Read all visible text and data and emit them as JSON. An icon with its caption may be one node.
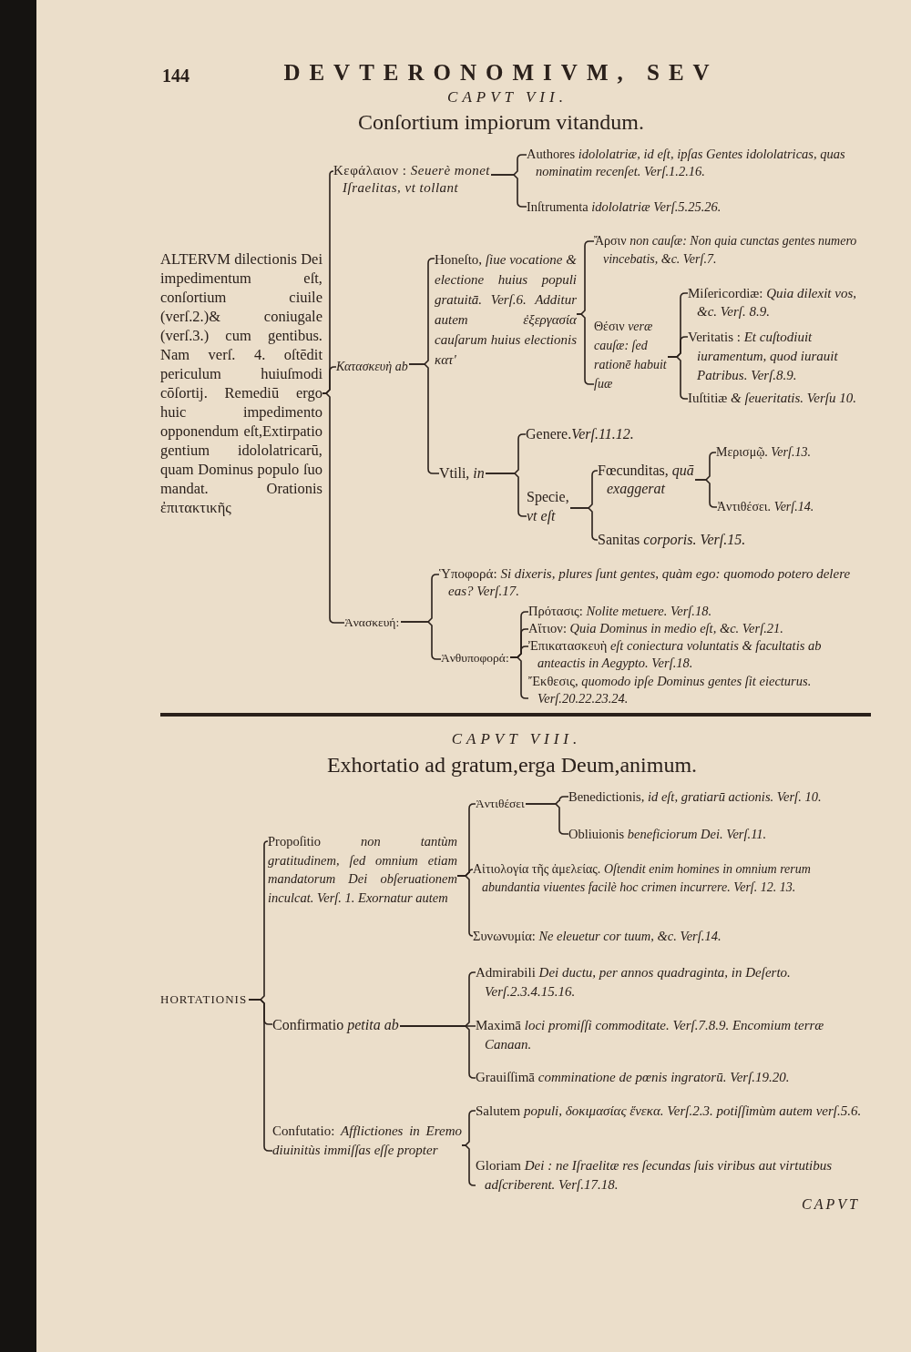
{
  "diagram": {
    "title": "DEVTERONOMIVM, SEV",
    "nodes": [
      {
        "text": [
          "ALTERVM dilectionis Dei impedimentum eſt, conſortium ciuile (verſ.2.)& coniugale (verſ.3.) cum gentibus. Nam verſ. 4. oſtēdit periculum huiuſmodi cōſortij. Remediū ergo huic impedimento opponendum eſt,Extirpatio gentium idololatricarū, quam Dominus populo ſuo mandat. Orationis ἐπιτακτικῆς"
        ]
      },
      {
        "text": [
          "Κεφάλαιον : *Seuerè monet Iſraelitas, vt tollant*"
        ]
      },
      {
        "text": [
          "Authores *idololatriæ, id eſt, ipſas Gentes idololatricas, quas nominatim recenſet. Verſ.1.2.16.*"
        ]
      },
      {
        "text": [
          "Inſtrumenta *idololatriæ Verſ.5.25.26.*"
        ]
      },
      {
        "text": [
          "Κατασκευὴ ab"
        ]
      },
      {
        "text": [
          "Honeſto, *ſiue vocatione & electione huius populi gratuitā. Verſ.6. Additur autem ἐξεργασία cauſarum huius electionis κατ'*"
        ]
      },
      {
        "text": [
          "Ἄρσιν *non cauſæ: Non quia cunctas gentes numero vincebatis, &c. Verſ.7.*"
        ]
      },
      {
        "text": [
          "Θέσιν *veræ cauſæ: ſed rationē habuit ſuæ*"
        ]
      },
      {
        "text": [
          "Miſericordiæ: *Quia dilexit vos, &c. Verſ. 8.9.*"
        ]
      },
      {
        "text": [
          "Veritatis : *Et cuſtodiuit iuramentum, quod iurauit Patribus. Verſ.8.9.*"
        ]
      },
      {
        "text": [
          "Iuſtitiæ *& ſeueritatis. Verſu 10.*"
        ]
      },
      {
        "text": [
          "Vtili, *in*"
        ]
      },
      {
        "text": [
          "Genere.*Verſ.11.12.*"
        ]
      },
      {
        "text": [
          "Specie, *vt eſt*"
        ]
      },
      {
        "text": [
          "Fœcunditas, *quā exaggerat*"
        ]
      },
      {
        "text": [
          "Μερισμῷ. *Verſ.13.*"
        ]
      },
      {
        "text": [
          "Ἀντιθέσει. *Verſ.14.*"
        ]
      },
      {
        "text": [
          "Sanitas *corporis. Verſ.15.*"
        ]
      },
      {
        "text": [
          "Ἀνασκευή:"
        ]
      },
      {
        "text": [
          "Ὑποφορά: *Si dixeris, plures ſunt gentes, quàm ego: quomodo potero delere eas? Verſ.17.*"
        ]
      },
      {
        "text": [
          "Ἀνθυποφορά:"
        ]
      },
      {
        "text": [
          "Πρότασις: *Nolite metuere. Verſ.18.*"
        ]
      },
      {
        "text": [
          "Αἴτιον: *Quia Dominus in medio eſt, &c. Verſ.21.*"
        ]
      },
      {
        "text": [
          "Ἐπικατασκευὴ *eſt coniectura voluntatis & facultatis ab anteactis in Aegypto. Verſ.18.*"
        ]
      },
      {
        "text": [
          "Ἔκθεσις, *quomodo ipſe Dominus gentes ſit eiecturus. Verſ.20.22.23.24.*"
        ]
      },
      {
        "text": [
          "HORTATIONIS"
        ]
      },
      {
        "text": [
          "Propoſitio *non tantùm gratitudinem, ſed omnium etiam mandatorum Dei obſeruationem inculcat. Verſ. 1. Exornatur autem*"
        ]
      },
      {
        "text": [
          "Ἀντιθέσει"
        ]
      },
      {
        "text": [
          "Benedictionis, *id eſt, gratiarū actionis. Verſ. 10.*"
        ]
      },
      {
        "text": [
          "Obliuionis *beneficiorum Dei. Verſ.11.*"
        ]
      },
      {
        "text": [
          "Αἰτιολογία τῆς ἀμελείας. *Oſtendit enim homines in omnium rerum abundantia viuentes facilè hoc crimen incurrere. Verſ. 12. 13.*"
        ]
      },
      {
        "text": [
          "Συνωνυμία: *Ne eleuetur cor tuum, &c. Verſ.14.*"
        ]
      },
      {
        "text": [
          "Confirmatio *petita ab*"
        ]
      },
      {
        "text": [
          "Admirabili *Dei ductu, per annos quadraginta, in Deſerto. Verſ.2.3.4.15.16.*"
        ]
      },
      {
        "text": [
          "Maximā *loci promiſſi commoditate. Verſ.7.8.9. Encomium terræ Canaan.*"
        ]
      },
      {
        "text": [
          "Grauiſſimā *comminatione de pœnis ingratorū. Verſ.19.20.*"
        ]
      },
      {
        "text": [
          "Confutatio: *Afflictiones in Eremo diuinitùs immiſſas eſſe propter*"
        ]
      },
      {
        "text": [
          "Salutem *populi, δοκιμασίας ἕνεκα. Verſ.2.3. potiſſimùm autem verſ.5.6.*"
        ]
      },
      {
        "text": [
          "Gloriam *Dei : ne Iſraelitæ res ſecundas ſuis viribus aut virtutibus adſcriberent. Verſ.17.18.*"
        ]
      }
    ],
    "edges": [
      {
        "from": 0,
        "to": 1,
        "arrow": "none"
      },
      {
        "from": 0,
        "to": 4,
        "arrow": "none"
      },
      {
        "from": 0,
        "to": 18,
        "arrow": "none"
      },
      {
        "from": 1,
        "to": 2,
        "arrow": "none"
      },
      {
        "from": 1,
        "to": 3,
        "arrow": "none"
      },
      {
        "from": 4,
        "to": 5,
        "arrow": "none"
      },
      {
        "from": 4,
        "to": 11,
        "arrow": "none"
      },
      {
        "from": 5,
        "to": 6,
        "arrow": "none"
      },
      {
        "from": 5,
        "to": 7,
        "arrow": "none"
      },
      {
        "from": 7,
        "to": 8,
        "arrow": "none"
      },
      {
        "from": 7,
        "to": 9,
        "arrow": "none"
      },
      {
        "from": 7,
        "to": 10,
        "arrow": "none"
      },
      {
        "from": 11,
        "to": 12,
        "arrow": "none"
      },
      {
        "from": 11,
        "to": 13,
        "arrow": "none"
      },
      {
        "from": 13,
        "to": 14,
        "arrow": "none"
      },
      {
        "from": 13,
        "to": 17,
        "arrow": "none"
      },
      {
        "from": 14,
        "to": 15,
        "arrow": "none"
      },
      {
        "from": 14,
        "to": 16,
        "arrow": "none"
      },
      {
        "from": 18,
        "to": 19,
        "arrow": "none"
      },
      {
        "from": 18,
        "to": 20,
        "arrow": "none"
      },
      {
        "from": 20,
        "to": 21,
        "arrow": "none"
      },
      {
        "from": 20,
        "to": 22,
        "arrow": "none"
      },
      {
        "from": 20,
        "to": 23,
        "arrow": "none"
      },
      {
        "from": 20,
        "to": 24,
        "arrow": "none"
      },
      {
        "from": 25,
        "to": 26,
        "arrow": "none"
      },
      {
        "from": 25,
        "to": 32,
        "arrow": "none"
      },
      {
        "from": 25,
        "to": 36,
        "arrow": "none"
      },
      {
        "from": 26,
        "to": 27,
        "arrow": "none"
      },
      {
        "from": 26,
        "to": 30,
        "arrow": "none"
      },
      {
        "from": 26,
        "to": 31,
        "arrow": "none"
      },
      {
        "from": 27,
        "to": 28,
        "arrow": "none"
      },
      {
        "from": 27,
        "to": 29,
        "arrow": "none"
      },
      {
        "from": 32,
        "to": 33,
        "arrow": "none"
      },
      {
        "from": 32,
        "to": 34,
        "arrow": "none"
      },
      {
        "from": 32,
        "to": 35,
        "arrow": "none"
      },
      {
        "from": 36,
        "to": 37,
        "arrow": "none"
      },
      {
        "from": 36,
        "to": 38,
        "arrow": "none"
      }
    ],
    "labels": [
      "144",
      "CAPVT VII.",
      "Conſortium impiorum vitandum.",
      "CAPVT VIII.",
      "Exhortatio ad gratum,erga Deum,animum.",
      "CAPVT"
    ]
  }
}
